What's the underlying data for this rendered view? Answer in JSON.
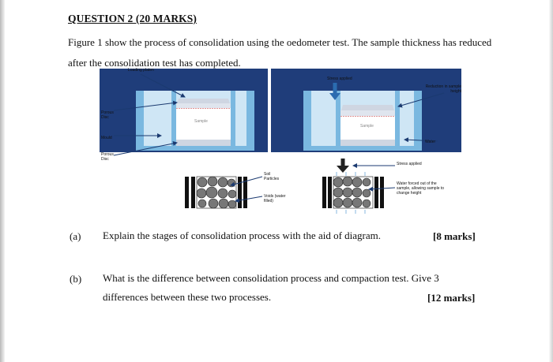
{
  "heading": "QUESTION 2 (20 MARKS)",
  "intro": "Figure 1 show the process of consolidation using the oedometer test. The sample thickness has reduced after the consolidation test has completed.",
  "figure": {
    "labels": {
      "loading_platen": "Loading platen",
      "stress_applied_top": "Stress applied",
      "reduction": "Reduction in sample height",
      "porous_disc_top": "Porous Disc",
      "mould": "Mould",
      "porous_disc_bottom": "Porous Disc",
      "water": "Water",
      "sample_left": "Sample",
      "sample_right": "Sample",
      "soil_particles": "Soil Particles",
      "voids": "Voids (water filled)",
      "stress_applied_bottom": "Stress applied",
      "water_forced": "Water forced out of the sample, allowing sample to change height"
    },
    "colors": {
      "panel_bg": "#1f3d7a",
      "water": "#cfe6f5",
      "mould": "#7ab8e0",
      "platen": "#cfd6e2",
      "sample": "#ffffff",
      "arrow": "#2b6cb0",
      "dashed": "#c02a2a"
    }
  },
  "questions": [
    {
      "label": "(a)",
      "text": "Explain the stages of consolidation process with the aid of diagram.",
      "marks": "[8 marks]"
    },
    {
      "label": "(b)",
      "text_line1": "What is the difference between consolidation process and compaction test. Give 3",
      "text_line2": "differences between these two processes.",
      "marks": "[12 marks]"
    }
  ]
}
